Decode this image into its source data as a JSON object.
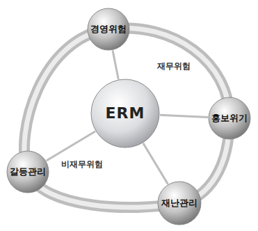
{
  "diagram": {
    "nodes": [
      {
        "text": [
          "경영위험"
        ]
      },
      {
        "text": [
          "ERM"
        ]
      },
      {
        "text": [
          "홍보위기"
        ]
      },
      {
        "text": [
          "갈등관리"
        ]
      },
      {
        "text": [
          "재난관리"
        ]
      }
    ],
    "edges": [
      {
        "from": 1,
        "to": 0,
        "arrow": "none"
      },
      {
        "from": 1,
        "to": 2,
        "arrow": "none"
      },
      {
        "from": 1,
        "to": 3,
        "arrow": "none"
      },
      {
        "from": 1,
        "to": 4,
        "arrow": "none"
      }
    ],
    "labels": [
      "재무위험",
      "비재무위험"
    ]
  }
}
